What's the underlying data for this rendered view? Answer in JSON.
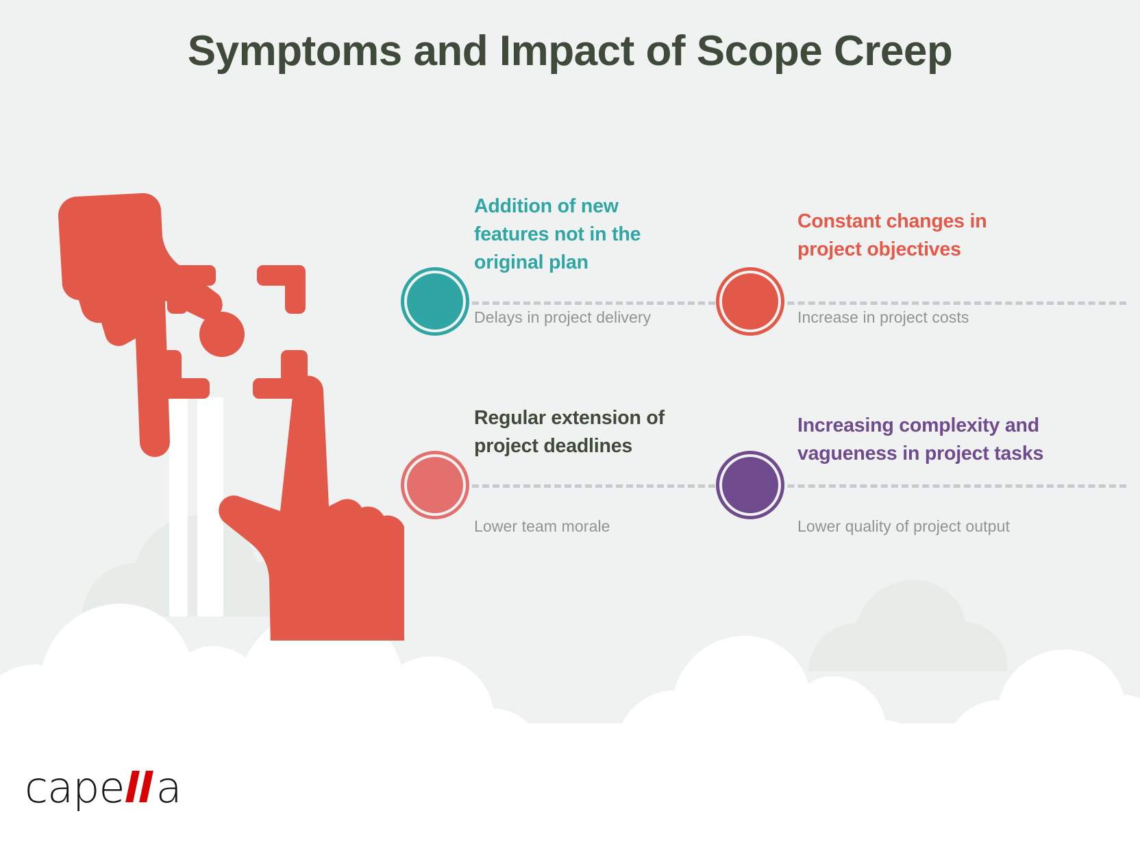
{
  "page": {
    "title": "Symptoms and Impact of Scope Creep",
    "background_color": "#eff2f0",
    "title_color": "#3f4a3b",
    "footer_background": "#ffffff"
  },
  "illustration": {
    "name": "two-hands-pointing-at-focus-target",
    "accent_color": "#e2594a",
    "elements": [
      "hand-pointing-down-icon",
      "hand-pointing-up-icon",
      "focus-frame-icon",
      "center-dot-icon",
      "building-bars",
      "cloud-shapes"
    ]
  },
  "items": [
    {
      "id": "addition-of-new-features",
      "title": "Addition of new features not in the original plan",
      "impact": "Delays in project delivery",
      "color": "#2fa6a4",
      "title_color": "#2fa6a4"
    },
    {
      "id": "constant-changes-in-objectives",
      "title": "Constant changes in project objectives",
      "impact": "Increase in project costs",
      "color": "#e2594a",
      "title_color": "#e2594a"
    },
    {
      "id": "regular-extension-of-deadlines",
      "title": "Regular extension of project deadlines",
      "impact": "Lower team morale",
      "color": "#e4706e",
      "title_color": "#3f4a3b"
    },
    {
      "id": "increasing-complexity-and-vagueness",
      "title": "Increasing complexity and vagueness in project tasks",
      "impact": "Lower quality of project output",
      "color": "#6f4b8e",
      "title_color": "#6f4b8e"
    }
  ],
  "logo": {
    "text_before": "cape",
    "bars_glyph": "ll",
    "text_after": "a",
    "accent_color": "#d80000",
    "text_color": "#17171a"
  },
  "style": {
    "dash_line_color": "#c3cdd1",
    "impact_text_color": "#8d9496",
    "ring_color": "#eff2f0"
  }
}
